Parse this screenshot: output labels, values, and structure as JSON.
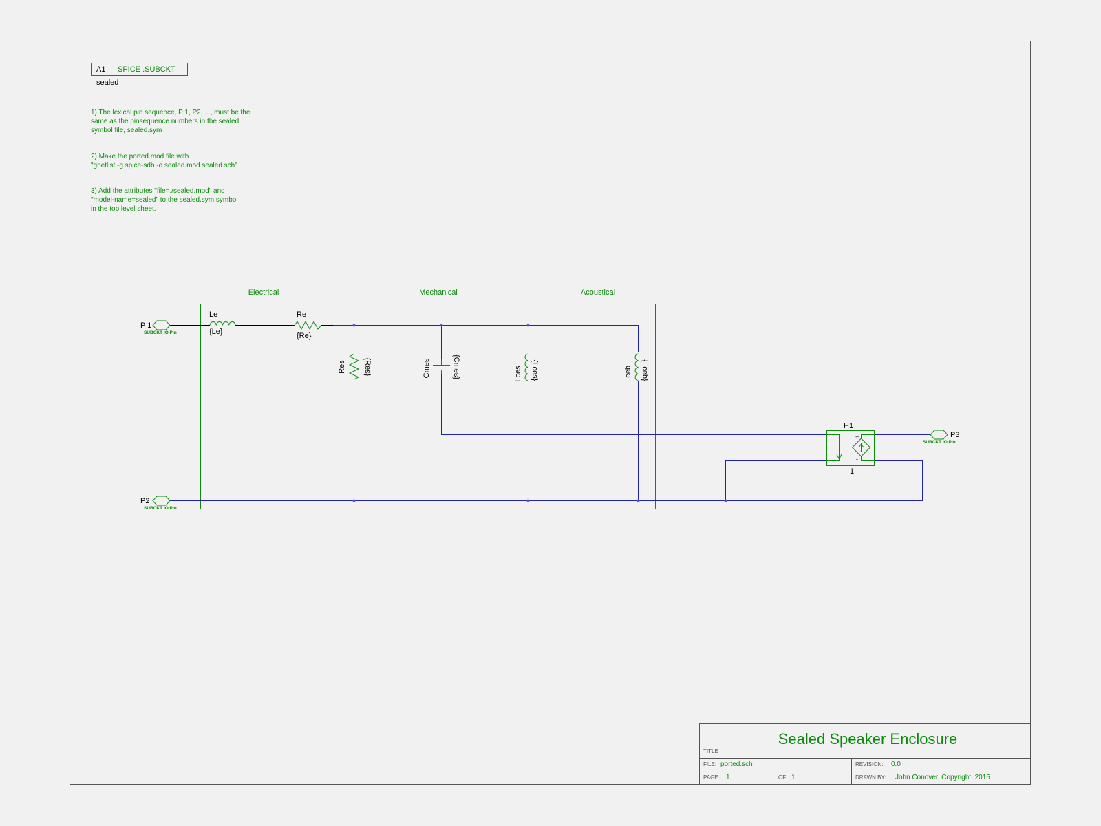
{
  "colors": {
    "component": "#0b8a0b",
    "wire": "#2222aa",
    "text": "#000000",
    "background": "#f1f1f1"
  },
  "spice_block": {
    "refdes": "A1",
    "label": "SPICE .SUBCKT",
    "value": "sealed"
  },
  "notes": [
    [
      "1) The lexical pin sequence, P 1, P2, ..., must be the",
      "same as the pinsequence numbers in the sealed",
      "symbol file, sealed.sym"
    ],
    [
      "2) Make the ported.mod file with",
      "\"gnetlist -g spice-sdb  -o sealed.mod sealed.sch\""
    ],
    [
      "3) Add the attributes \"file=./sealed.mod\" and",
      "\"model-name=sealed\" to the sealed.sym symbol",
      "in the top level sheet."
    ]
  ],
  "sections": {
    "electrical": "Electrical",
    "mechanical": "Mechanical",
    "acoustical": "Acoustical"
  },
  "ports": {
    "p1": {
      "name": "P 1",
      "type": "SUBCKT IO Pin"
    },
    "p2": {
      "name": "P2",
      "type": "SUBCKT IO Pin"
    },
    "p3": {
      "name": "P3",
      "type": "SUBCKT IO Pin"
    }
  },
  "components": {
    "le": {
      "refdes": "Le",
      "value": "{Le}"
    },
    "re": {
      "refdes": "Re",
      "value": "{Re}"
    },
    "res": {
      "refdes": "Res",
      "value": "{Res}"
    },
    "cmes": {
      "refdes": "Cmes",
      "value": "{Cmes}"
    },
    "lces": {
      "refdes": "Lces",
      "value": "{Lces}"
    },
    "lceb": {
      "refdes": "Lceb",
      "value": "{Lceb}"
    },
    "h1": {
      "refdes": "H1",
      "value": "1",
      "plus": "+",
      "minus": "-"
    }
  },
  "title_block": {
    "title_label": "TITLE",
    "title": "Sealed Speaker Enclosure",
    "file_label": "FILE:",
    "file": "ported.sch",
    "revision_label": "REVISION:",
    "revision": "0.0",
    "page_label": "PAGE",
    "page": "1",
    "of_label": "OF",
    "of": "1",
    "drawn_by_label": "DRAWN BY:",
    "drawn_by": "John Conover, Copyright, 2015"
  }
}
